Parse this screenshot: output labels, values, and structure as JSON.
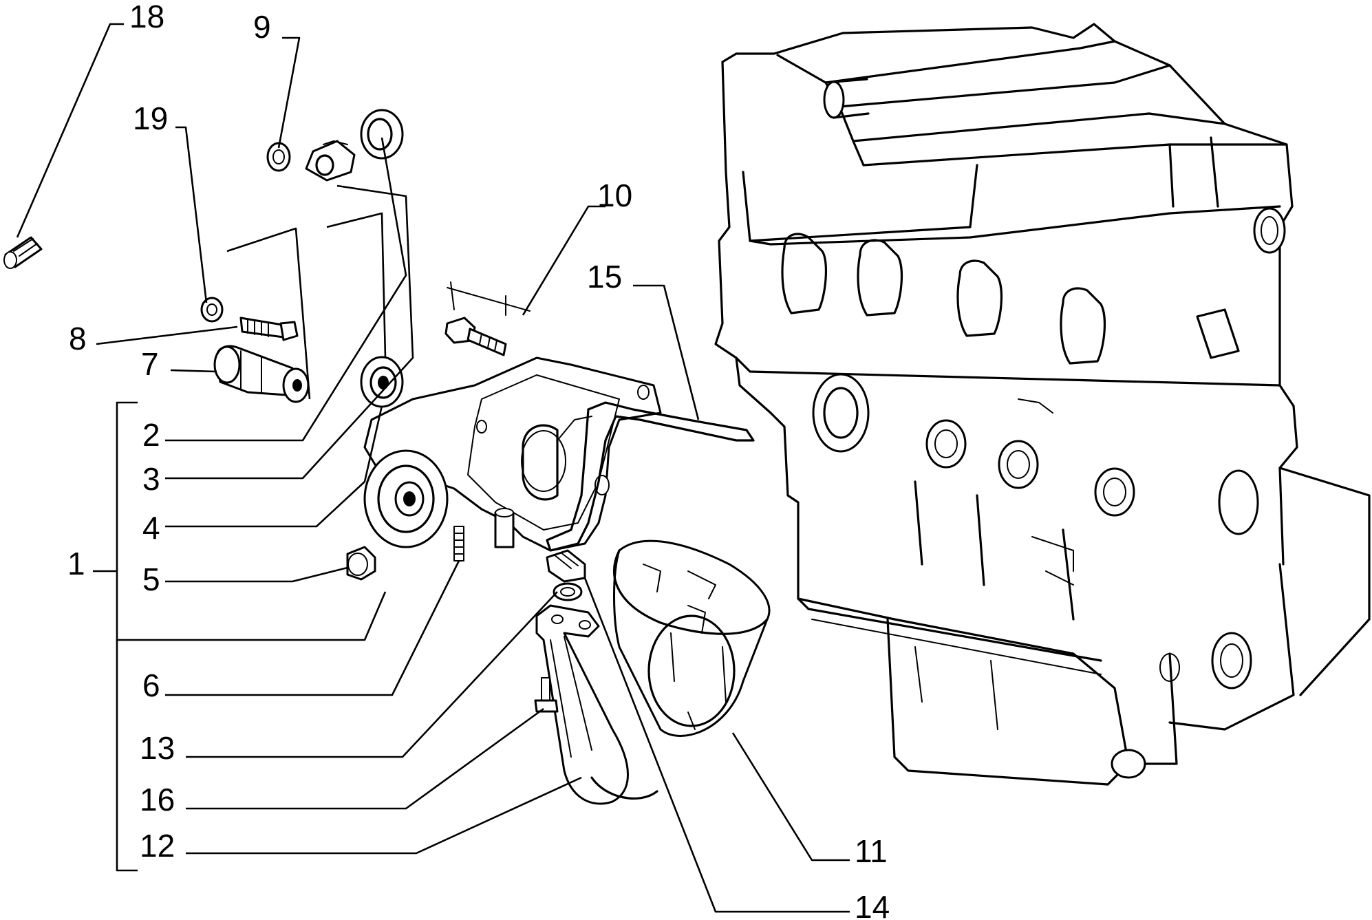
{
  "callouts": {
    "c1": "1",
    "c2": "2",
    "c3": "3",
    "c4": "4",
    "c5": "5",
    "c6": "6",
    "c7": "7",
    "c8": "8",
    "c9": "9",
    "c10": "10",
    "c11": "11",
    "c12": "12",
    "c13": "13",
    "c14": "14",
    "c15": "15",
    "c16": "16",
    "c18": "18",
    "c19": "19"
  }
}
